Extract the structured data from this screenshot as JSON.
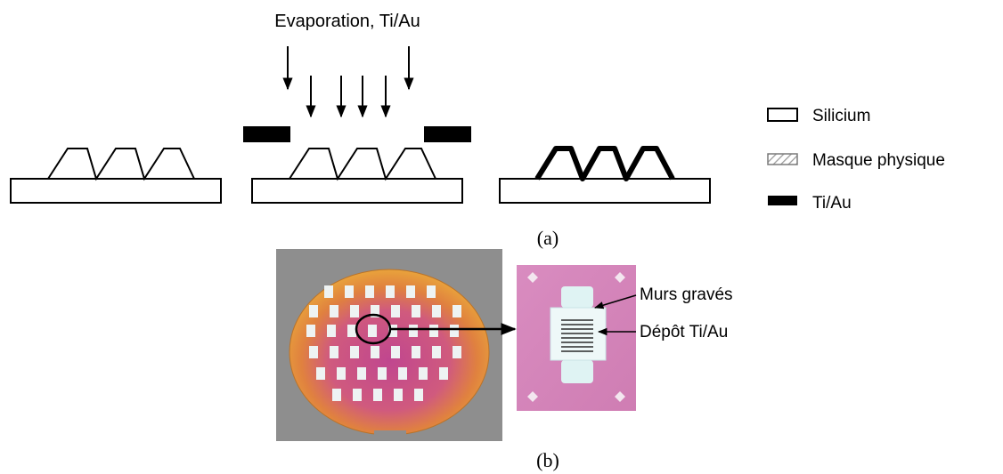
{
  "part_a": {
    "process_label": "Evaporation, Ti/Au",
    "caption": "(a)",
    "legend": [
      {
        "name": "silicium",
        "label": "Silicium"
      },
      {
        "name": "masque-physique",
        "label": "Masque physique"
      },
      {
        "name": "ti-au",
        "label": "Ti/Au"
      }
    ]
  },
  "part_b": {
    "caption": "(b)",
    "annotations": {
      "walls": "Murs gravés",
      "deposit": "Dépôt Ti/Au"
    }
  },
  "colors": {
    "ink": "#000000",
    "silicon_fill": "#ffffff",
    "wafer": "#e9893f",
    "wafer_center": "#c94a8c",
    "photo_background": "#8f8f8f",
    "zoom_background": "#d585b8"
  }
}
